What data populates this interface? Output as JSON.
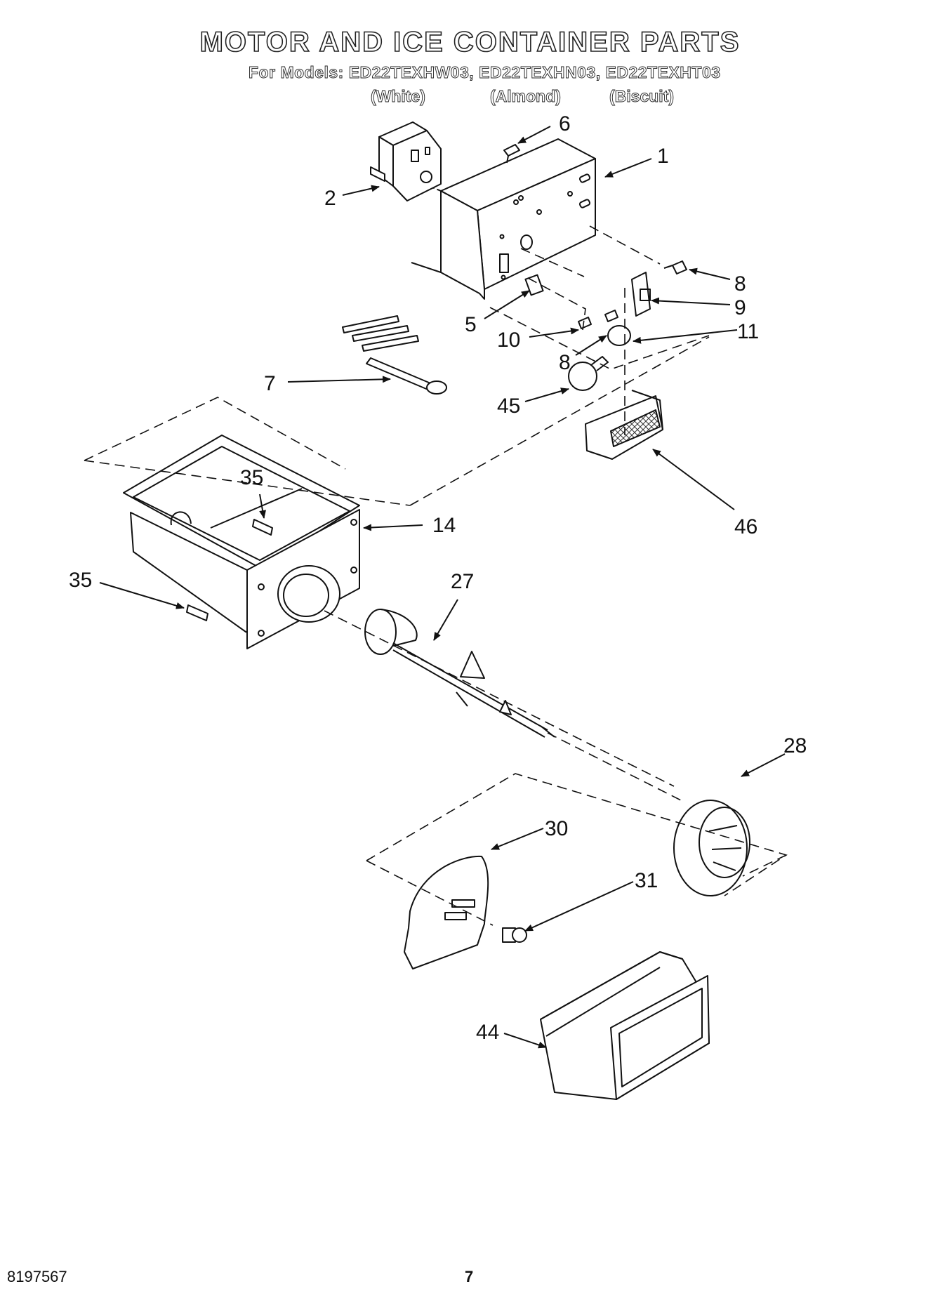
{
  "header": {
    "title": "MOTOR AND ICE CONTAINER PARTS",
    "models_line": "For Models: ED22TEXHW03, ED22TEXHN03, ED22TEXHT03",
    "finishes": [
      "(White)",
      "(Almond)",
      "(Biscuit)"
    ]
  },
  "callouts": [
    "6",
    "1",
    "2",
    "8",
    "9",
    "5",
    "10",
    "11",
    "8",
    "7",
    "45",
    "35",
    "14",
    "46",
    "35",
    "27",
    "28",
    "30",
    "31",
    "44"
  ],
  "footer": {
    "doc_number": "8197567",
    "page_number": "7"
  }
}
